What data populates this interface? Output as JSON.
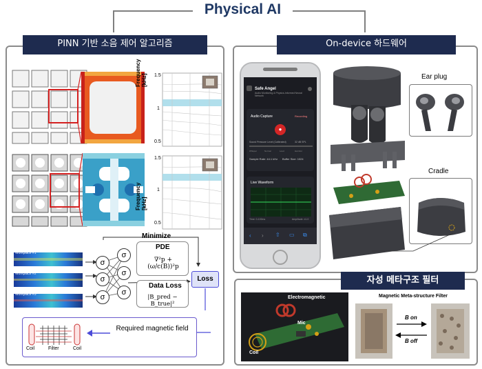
{
  "title": "Physical AI",
  "left_panel": {
    "header": "PINN 기반 소음 제어 알고리즘",
    "plot1": {
      "ylabel": "Frequency [kHz]",
      "ticks": [
        "1.5",
        "1",
        "0.5"
      ]
    },
    "plot2": {
      "ylabel": "Frequency [kHz]",
      "ticks": [
        "1.5",
        "1",
        "0.5"
      ]
    },
    "workplaces": [
      "Workplace #1",
      "Workplace #2",
      "Workplace #3"
    ],
    "nn_node": "σ",
    "minimize": "Minimize",
    "pde_title": "PDE",
    "pde_eq": "∇²p + (ω/c(B))²p",
    "data_loss_title": "Data Loss",
    "data_loss_eq": "|B_pred − B_true|²",
    "loss": "Loss",
    "coil_labels": [
      "Coil",
      "Filter",
      "Coil"
    ],
    "required_field": "Required magnetic field"
  },
  "right_panel": {
    "header": "On-device 하드웨어",
    "phone": {
      "app_title": "Safe Angel",
      "app_subtitle": "Audio Monitoring & Physics-Informed Neural Network",
      "capture_title": "Audio Capture",
      "recording": "Recording",
      "pressure_label": "Sound Pressure Level (Calibrated)",
      "pressure_value": "32 dB SPL",
      "scale_labels": [
        "Whisper",
        "Normal",
        "Loud",
        "Harmful"
      ],
      "sample_rate": "Sample Rate: 44.1 kHz",
      "buffer_size": "Buffer Size: 1024",
      "waveform_title": "Live Waveform",
      "time_label": "Time: 0-100ms",
      "amplitude_label": "Amplitude: ±1.0"
    },
    "ear_plug": "Ear plug",
    "cradle": "Cradle"
  },
  "bottom_right": {
    "header": "자성 메타구조 필터",
    "electromagnetic": "Electromagnetic",
    "mic": "Mic",
    "coil": "Coil",
    "filter_title": "Magnetic Meta-structure Filter",
    "b_on": "B on",
    "b_off": "B off"
  }
}
